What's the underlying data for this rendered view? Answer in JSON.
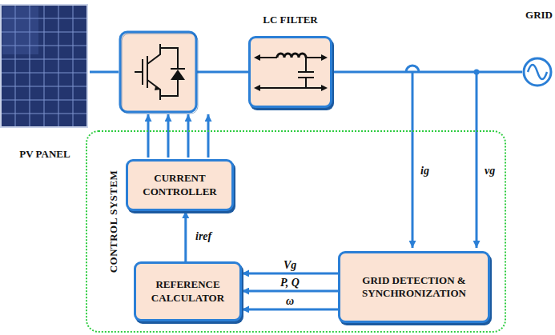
{
  "diagram": {
    "nodes": [
      {
        "text": [
          "PV PANEL"
        ]
      },
      {
        "text": [
          "LC FILTER"
        ]
      },
      {
        "text": [
          "GRID"
        ]
      },
      {
        "text": [
          "CONTROL SYSTEM"
        ]
      },
      {
        "text": [
          "CURRENT CONTROLLER"
        ],
        "in": 3
      },
      {
        "text": [
          "REFERENCE CALCULATOR"
        ],
        "in": 3
      },
      {
        "text": [
          "GRID DETECTION & SYNCHRONIZATION"
        ],
        "in": 3
      }
    ],
    "edges": [
      {
        "from": 1,
        "to": 2,
        "arrow": "none"
      },
      {
        "from": 5,
        "to": 4,
        "arrow": "to",
        "label": "iref"
      },
      {
        "from": 6,
        "to": 5,
        "arrow": "to",
        "label": "Vg"
      },
      {
        "from": 6,
        "to": 5,
        "arrow": "to",
        "label": "P, Q"
      },
      {
        "from": 6,
        "to": 5,
        "arrow": "to",
        "label": "ω"
      }
    ],
    "labels": [
      "ig",
      "vg"
    ]
  }
}
